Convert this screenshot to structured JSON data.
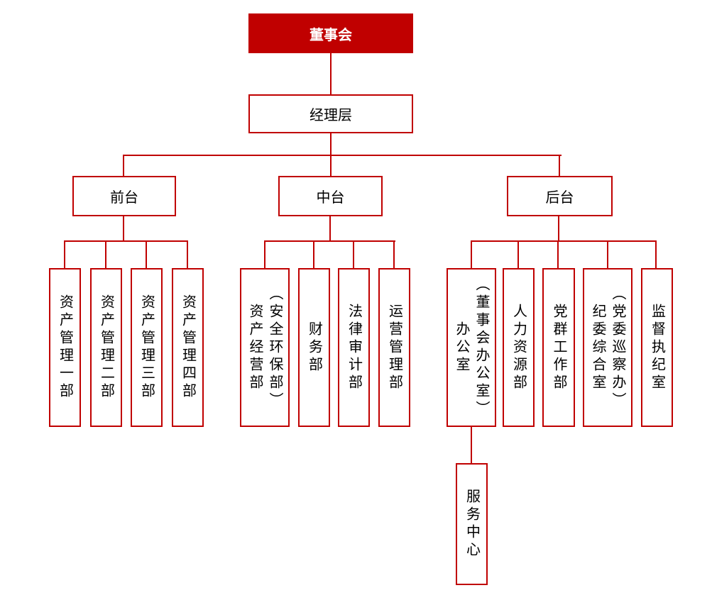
{
  "colors": {
    "accent_red_fill": "#c00000",
    "connector_red": "#c00000",
    "box_background": "#ffffff",
    "text_dark": "#000000",
    "root_text": "#ffffff"
  },
  "org": {
    "root": {
      "label": "董事会"
    },
    "management": {
      "label": "经理层"
    },
    "branches": [
      {
        "label": "前台",
        "children": [
          {
            "name": "资产管理一部"
          },
          {
            "name": "资产管理二部"
          },
          {
            "name": "资产管理三部"
          },
          {
            "name": "资产管理四部"
          }
        ]
      },
      {
        "label": "中台",
        "children": [
          {
            "name": "资产经营部",
            "alias": "（安全环保部）"
          },
          {
            "name": "财务部"
          },
          {
            "name": "法律审计部"
          },
          {
            "name": "运营管理部"
          }
        ]
      },
      {
        "label": "后台",
        "children": [
          {
            "name": "办公室",
            "alias": "（董事会办公室）",
            "children": [
              {
                "name": "服务中心"
              }
            ]
          },
          {
            "name": "人力资源部"
          },
          {
            "name": "党群工作部"
          },
          {
            "name": "纪委综合室",
            "alias": "（党委巡察办）"
          },
          {
            "name": "监督执纪室"
          }
        ]
      }
    ]
  }
}
